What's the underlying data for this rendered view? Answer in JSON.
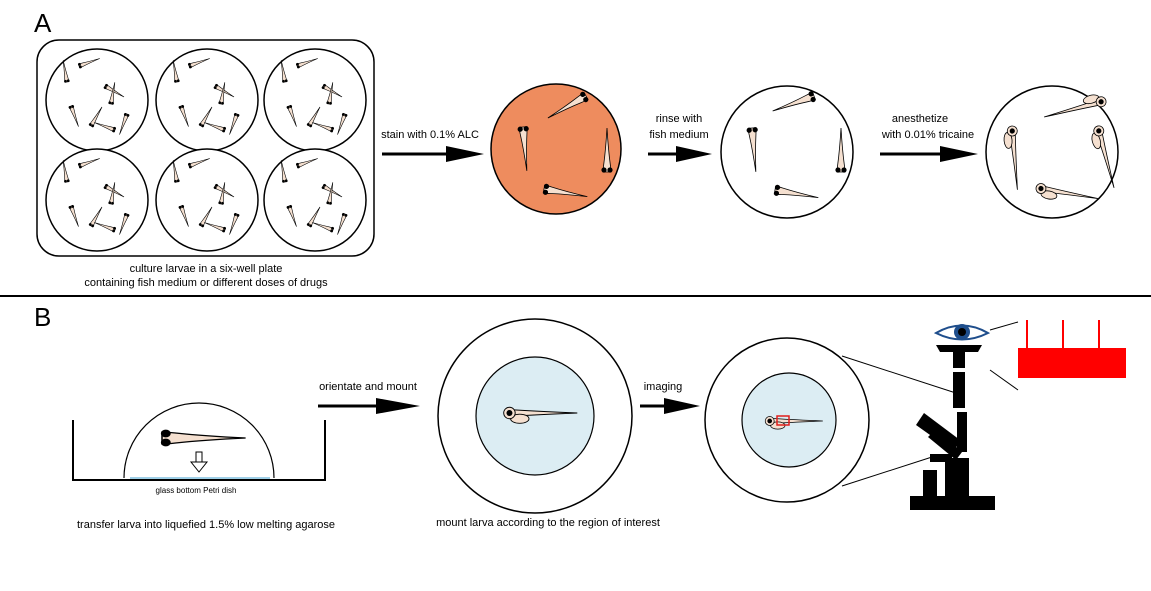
{
  "panels": {
    "a_label": "A",
    "b_label": "B"
  },
  "panel_a": {
    "plate_caption_line1": "culture larvae in a six-well plate",
    "plate_caption_line2": "containing fish medium or different doses of drugs",
    "step1_label": "stain with 0.1% ALC",
    "step2_label_line1": "rinse with",
    "step2_label_line2": "fish medium",
    "step3_label_line1": "anesthetize",
    "step3_label_line2": "with 0.01% tricaine"
  },
  "panel_b": {
    "dish_label": "glass bottom Petri dish",
    "transfer_caption": "transfer larva into liquefied 1.5% low melting agarose",
    "step1_label": "orientate and mount",
    "mount_caption": "mount larva according to the region of interest",
    "step2_label": "imaging"
  },
  "colors": {
    "stain_well": "#ee8c5e",
    "agarose": "#dcedf3",
    "larva_body": "#f5e0d0",
    "signal_bars": "#ff0000",
    "roi_box": "#e0201c",
    "eye_iris": "#1f4e8c"
  }
}
